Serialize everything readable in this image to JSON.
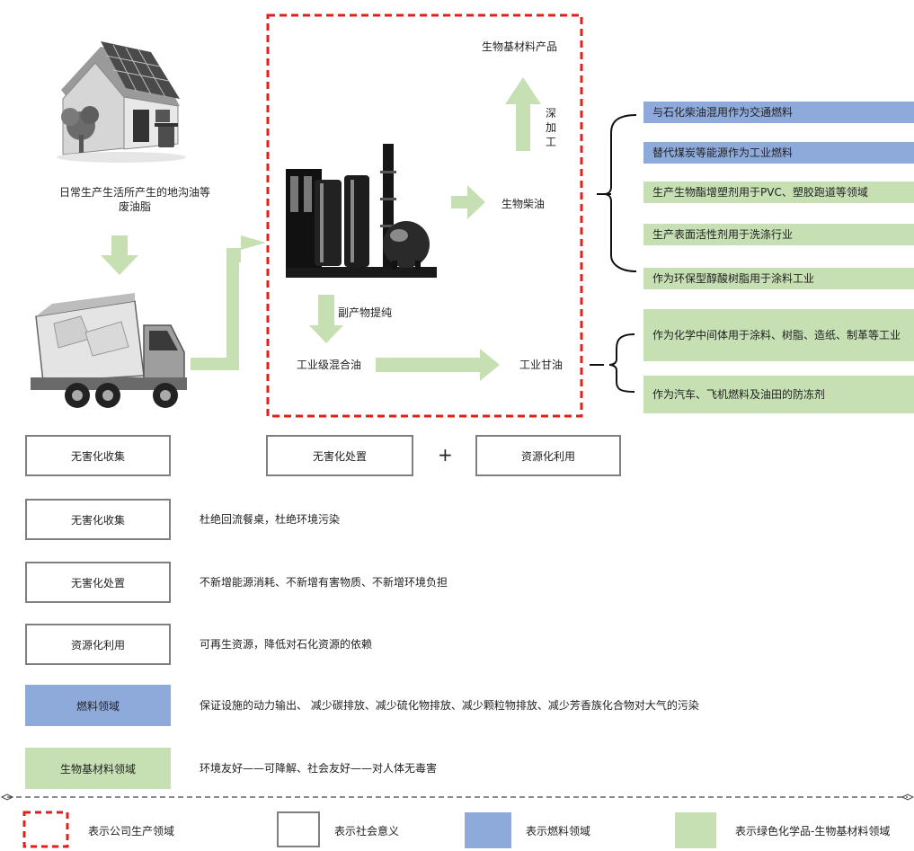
{
  "top": {
    "source_label_line1": "日常生产生活所产生的地沟油等",
    "source_label_line2": "废油脂",
    "product_top": "生物基材料产品",
    "deep_process": [
      "深",
      "加",
      "工"
    ],
    "biodiesel": "生物柴油",
    "byproduct": "副产物提纯",
    "mixed_oil": "工业级混合油",
    "glycerin": "工业甘油"
  },
  "diesel_uses": [
    {
      "text": "与石化柴油混用作为交通燃料",
      "type": "fuel"
    },
    {
      "text": "替代煤炭等能源作为工业燃料",
      "type": "fuel"
    },
    {
      "text": "生产生物酯增塑剂用于PVC、塑胶跑道等领域",
      "type": "bio"
    },
    {
      "text": "生产表面活性剂用于洗涤行业",
      "type": "bio"
    },
    {
      "text": "作为环保型醇酸树脂用于涂料工业",
      "type": "bio"
    }
  ],
  "glycerin_uses": [
    {
      "text": "作为化学中间体用于涂料、树脂、造纸、制革等工业",
      "type": "bio"
    },
    {
      "text": "作为汽车、飞机燃料及油田的防冻剂",
      "type": "bio"
    }
  ],
  "summary": {
    "collect": "无害化收集",
    "dispose": "无害化处置",
    "plus": "+",
    "resource": "资源化利用"
  },
  "meanings": [
    {
      "label": "无害化收集",
      "desc": "杜绝回流餐桌，杜绝环境污染",
      "style": "plain"
    },
    {
      "label": "无害化处置",
      "desc": "不新增能源消耗、不新增有害物质、不新增环境负担",
      "style": "plain"
    },
    {
      "label": "资源化利用",
      "desc": "可再生资源，降低对石化资源的依赖",
      "style": "plain"
    },
    {
      "label": "燃料领域",
      "desc": "保证设施的动力输出、 减少碳排放、减少硫化物排放、减少颗粒物排放、减少芳香族化合物对大气的污染",
      "style": "fuel"
    },
    {
      "label": "生物基材料领域",
      "desc": "环境友好——可降解、社会友好——对人体无毒害",
      "style": "bio"
    }
  ],
  "legend": [
    {
      "text": "表示公司生产领域",
      "style": "dashed"
    },
    {
      "text": "表示社会意义",
      "style": "plain"
    },
    {
      "text": "表示燃料领域",
      "style": "fuel"
    },
    {
      "text": "表示绿色化学品-生物基材料领域",
      "style": "bio"
    }
  ],
  "colors": {
    "fuel": "#8eaadb",
    "bio": "#c6e0b4",
    "company": "#e0201b",
    "border": "#7f7f7f"
  },
  "icons": [
    "house-solar-icon",
    "garbage-truck-icon",
    "refinery-icon"
  ]
}
